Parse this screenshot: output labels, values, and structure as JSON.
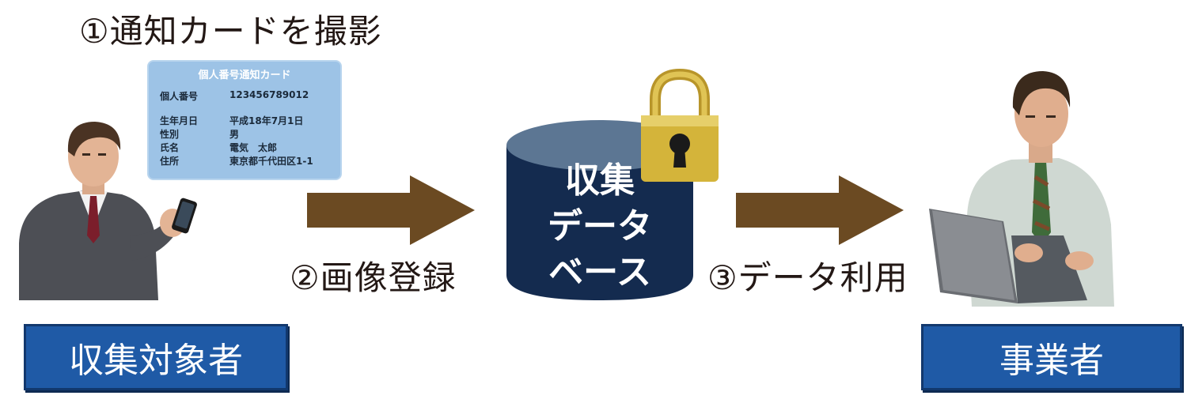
{
  "steps": {
    "step1": "①通知カードを撮影",
    "step2": "②画像登録",
    "step3": "③データ利用"
  },
  "card": {
    "title": "個人番号通知カード",
    "rows": [
      {
        "key": "個人番号",
        "value": "123456789012"
      },
      {
        "key": "生年月日",
        "value": "平成18年7月1日"
      },
      {
        "key": "性別",
        "value": "男"
      },
      {
        "key": "氏名",
        "value": "電気　太郎"
      },
      {
        "key": "住所",
        "value": "東京都千代田区1-1"
      }
    ]
  },
  "database": {
    "line1": "収集",
    "line2": "データ",
    "line3": "ベース"
  },
  "roles": {
    "left": "収集対象者",
    "right": "事業者"
  },
  "colors": {
    "arrow": "#6b4a22",
    "db": "#142b4f",
    "role_box": "#1f5aa6",
    "card": "#9dc3e6",
    "lock": "#d4b43a"
  },
  "icons": {
    "person_left": "businessman-with-smartphone",
    "person_right": "businessman-with-laptop",
    "lock": "padlock-icon"
  }
}
